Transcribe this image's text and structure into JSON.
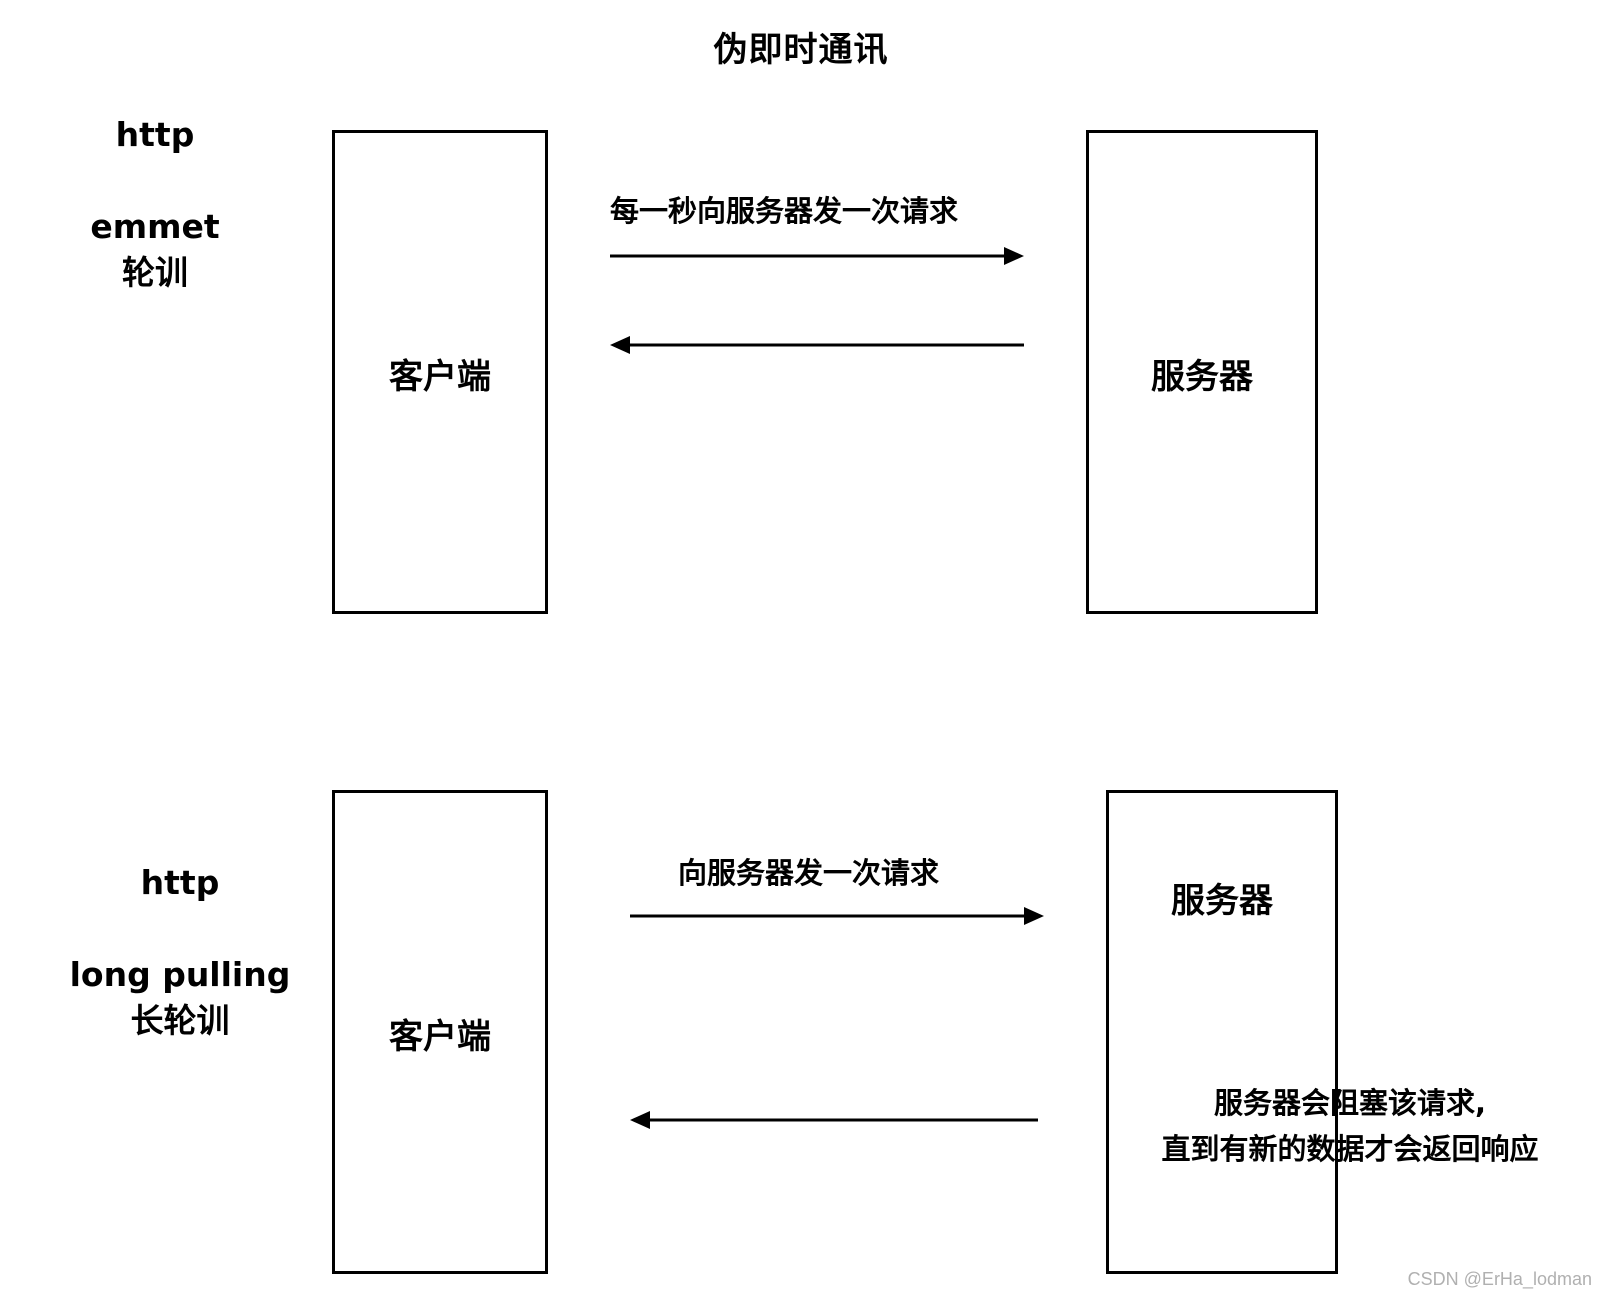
{
  "title": "伪即时通讯",
  "top": {
    "protocol": "http",
    "method": "emmet",
    "method_cn": "轮训",
    "client": "客户端",
    "server": "服务器",
    "request_label": "每一秒向服务器发一次请求"
  },
  "bottom": {
    "protocol": "http",
    "method": "long pulling",
    "method_cn": "长轮训",
    "client": "客户端",
    "server": "服务器",
    "request_label": "向服务器发一次请求",
    "note_line1": "服务器会阻塞该请求,",
    "note_line2": "直到有新的数据才会返回响应"
  },
  "watermark": "CSDN @ErHa_lodman"
}
